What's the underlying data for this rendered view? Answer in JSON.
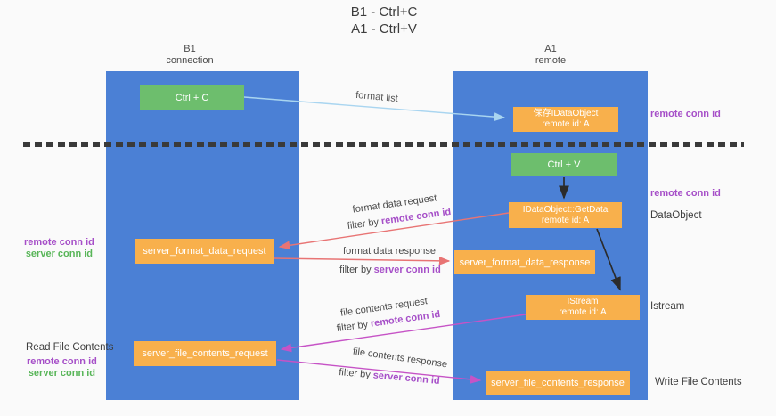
{
  "title": {
    "line1": "B1 - Ctrl+C",
    "line2": "A1 - Ctrl+V"
  },
  "lanes": {
    "left": {
      "header_line1": "B1",
      "header_line2": "connection"
    },
    "right": {
      "header_line1": "A1",
      "header_line2": "remote"
    }
  },
  "boxes": {
    "ctrl_c": "Ctrl + C",
    "ctrl_v": "Ctrl + V",
    "save_dataobject": {
      "line1": "保存IDataObject",
      "line2": "remote id: A"
    },
    "getdata": {
      "line1": "IDataObject::GetData",
      "line2": "remote id: A"
    },
    "istream": {
      "line1": "IStream",
      "line2": "remote id: A"
    },
    "format_request": "server_format_data_request",
    "format_response": "server_format_data_response",
    "file_request": "server_file_contents_request",
    "file_response": "server_file_contents_response"
  },
  "labels": {
    "format_list": "format list",
    "format_data_request": "format data request",
    "format_data_response": "format data response",
    "file_contents_request": "file contents request",
    "file_contents_response": "file contents response",
    "filter_by": "filter by",
    "remote_conn_id": "remote conn id",
    "server_conn_id": "server conn id",
    "read_file_contents": "Read File Contents",
    "write_file_contents": "Write File Contents",
    "dataobject": "DataObject",
    "istream": "Istream"
  },
  "colors": {
    "lane_blue": "#4b80d5",
    "box_green": "#6dbe6d",
    "box_orange": "#f8b04c",
    "arrow_light_blue": "#a9d5f0",
    "arrow_red": "#e87474",
    "arrow_magenta": "#c653c6",
    "arrow_black": "#2b2b2b",
    "text_purple": "#a64fc8",
    "text_green": "#58b558"
  }
}
